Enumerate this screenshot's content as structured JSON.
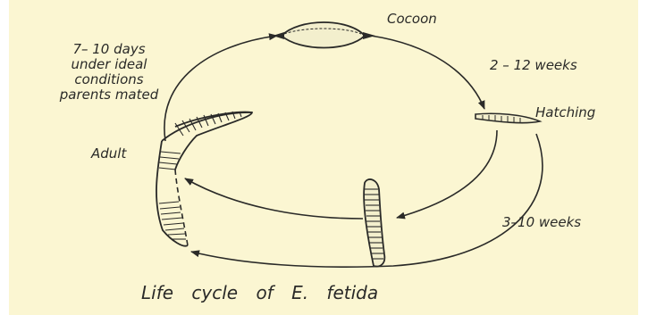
{
  "diagram": {
    "colors": {
      "paper": "#fbf6d2",
      "ink": "#2a2a28"
    },
    "stages": {
      "cocoon": "Cocoon",
      "hatching": "Hatching",
      "adult": "Adult"
    },
    "durations": {
      "cocoon_to_hatching": "2 – 12 weeks",
      "hatching_to_adult": "3–10 weeks"
    },
    "adult_to_cocoon_note": [
      "7– 10 days",
      "under ideal",
      "conditions",
      "parents mated"
    ],
    "caption": "Life cycle of E. fetida"
  }
}
